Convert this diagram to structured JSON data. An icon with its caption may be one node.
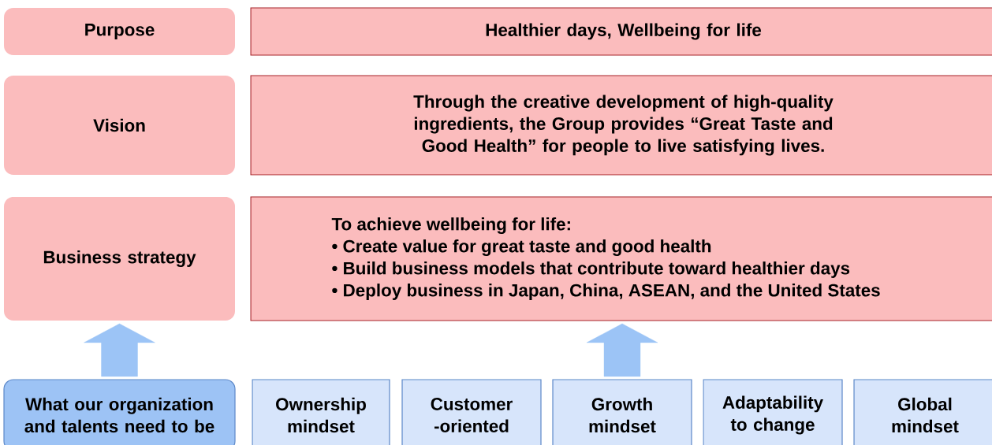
{
  "diagram": {
    "nodes": [
      {
        "text": [
          "Purpose"
        ]
      },
      {
        "text": [
          "Healthier days, Wellbeing for life"
        ]
      },
      {
        "text": [
          "Vision"
        ]
      },
      {
        "text": [
          "Through the creative development of high-quality ingredients, the Group provides “Great Taste and Good Health” for people to live satisfying lives."
        ]
      },
      {
        "text": [
          "Business strategy"
        ]
      },
      {
        "text": [
          "To achieve wellbeing for life:",
          "• Create value for great taste and good health",
          "• Build business models that contribute toward healthier days",
          "• Deploy business in Japan, China, ASEAN, and the United States"
        ]
      },
      {
        "text": [
          "What our organization and talents need to be"
        ]
      },
      {
        "text": [
          "Ownership mindset"
        ]
      },
      {
        "text": [
          "Customer -oriented"
        ]
      },
      {
        "text": [
          "Growth mindset"
        ]
      },
      {
        "text": [
          "Adaptability to change"
        ]
      },
      {
        "text": [
          "Global mindset"
        ]
      }
    ],
    "edges": [
      {
        "from": 6,
        "to": 4,
        "arrow": "to"
      },
      {
        "from": 9,
        "to": 5,
        "arrow": "to"
      }
    ]
  }
}
